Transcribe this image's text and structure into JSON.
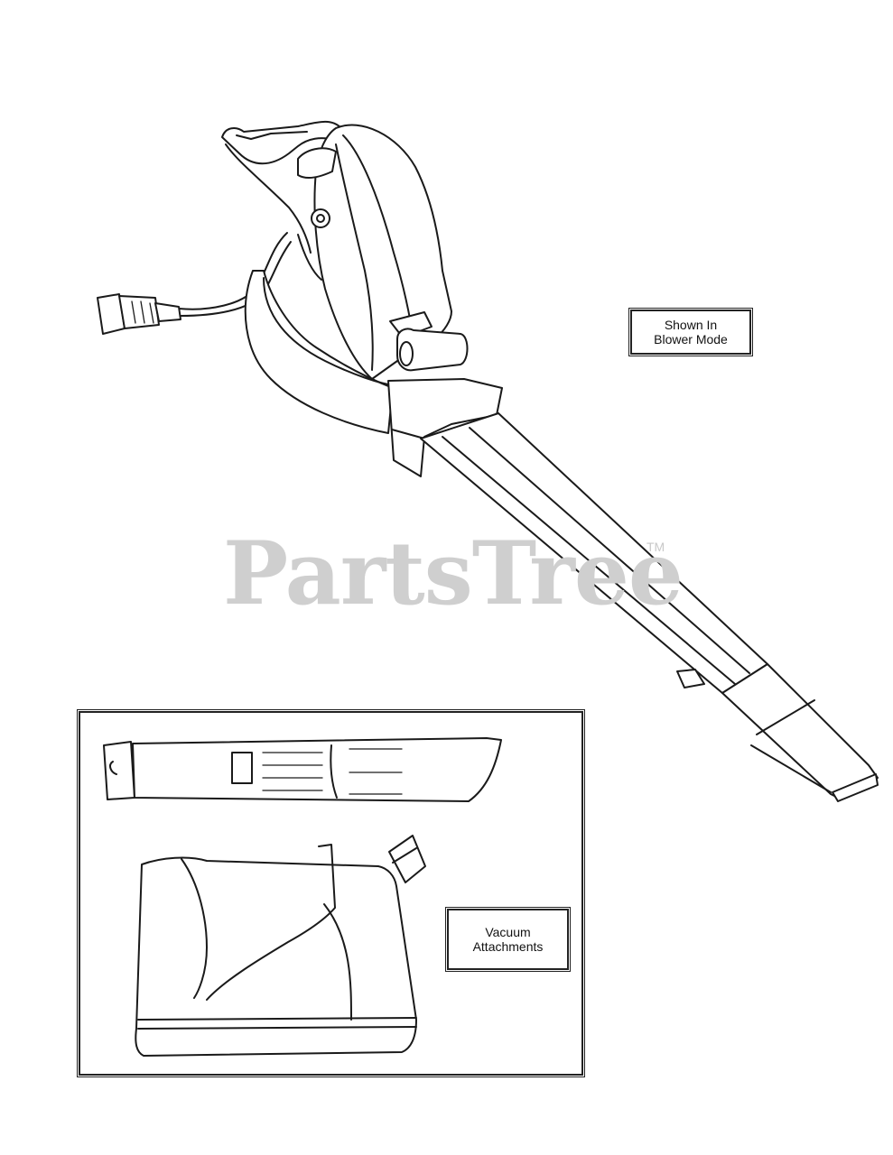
{
  "diagram": {
    "blower_label": {
      "line1": "Shown In",
      "line2": "Blower Mode"
    },
    "vacuum_label": {
      "line1": "Vacuum",
      "line2": "Attachments"
    },
    "watermark": {
      "text": "PartsTree",
      "tm": "TM"
    }
  },
  "colors": {
    "line": "#1a1a1a",
    "watermark": "#cfcfcf",
    "background": "#ffffff"
  }
}
